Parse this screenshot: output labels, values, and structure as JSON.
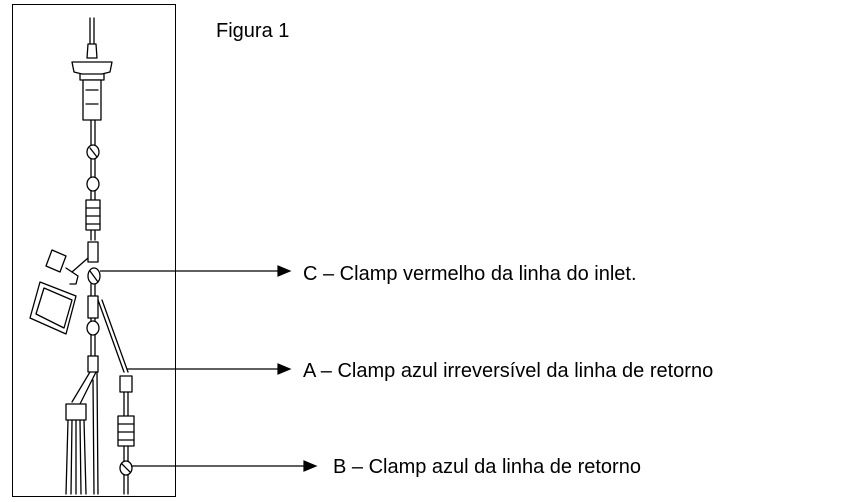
{
  "figure": {
    "title": "Figura 1",
    "labels": {
      "c": "C – Clamp vermelho da linha do inlet.",
      "a": "A – Clamp azul irreversível da linha de retorno",
      "b": "B – Clamp azul da linha de retorno"
    }
  }
}
